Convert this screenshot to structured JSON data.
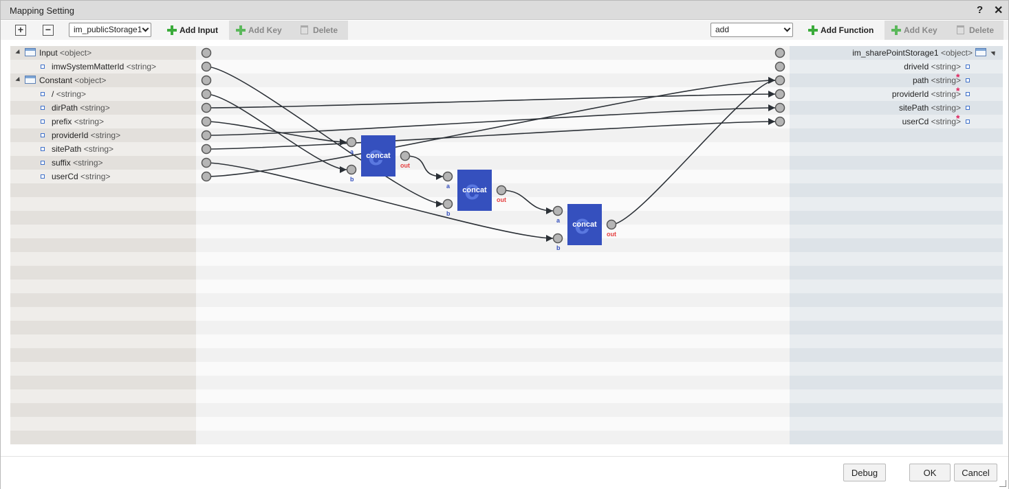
{
  "dialog": {
    "title": "Mapping Setting",
    "help_glyph": "?",
    "close_glyph": "✕"
  },
  "toolbar": {
    "expand_glyph": "+",
    "collapse_glyph": "−",
    "input_select_value": "im_publicStorage1",
    "add_input_label": "Add Input",
    "add_key_label": "Add Key",
    "delete_label": "Delete",
    "function_select_value": "add",
    "add_function_label": "Add Function",
    "add_key_right_label": "Add Key",
    "delete_right_label": "Delete"
  },
  "left_tree": [
    {
      "name": "Input",
      "type": "<object>",
      "kind": "object",
      "level": 0
    },
    {
      "name": "imwSystemMatterId",
      "type": "<string>",
      "kind": "string",
      "level": 1
    },
    {
      "name": "Constant",
      "type": "<object>",
      "kind": "object",
      "level": 0
    },
    {
      "name": "/",
      "type": "<string>",
      "kind": "string",
      "level": 1
    },
    {
      "name": "dirPath",
      "type": "<string>",
      "kind": "string",
      "level": 1
    },
    {
      "name": "prefix",
      "type": "<string>",
      "kind": "string",
      "level": 1
    },
    {
      "name": "providerId",
      "type": "<string>",
      "kind": "string",
      "level": 1
    },
    {
      "name": "sitePath",
      "type": "<string>",
      "kind": "string",
      "level": 1
    },
    {
      "name": "suffix",
      "type": "<string>",
      "kind": "string",
      "level": 1
    },
    {
      "name": "userCd",
      "type": "<string>",
      "kind": "string",
      "level": 1
    }
  ],
  "right_tree": [
    {
      "name": "im_sharePointStorage1",
      "type": "<object>",
      "kind": "object",
      "required": false
    },
    {
      "name": "driveId",
      "type": "<string>",
      "kind": "string",
      "required": false
    },
    {
      "name": "path",
      "type": "<string>",
      "kind": "string",
      "required": true
    },
    {
      "name": "providerId",
      "type": "<string>",
      "kind": "string",
      "required": true
    },
    {
      "name": "sitePath",
      "type": "<string>",
      "kind": "string",
      "required": false
    },
    {
      "name": "userCd",
      "type": "<string>",
      "kind": "string",
      "required": true
    }
  ],
  "required_marker": "*",
  "functions": [
    {
      "id": "fn1",
      "label": "concat",
      "logo": "c",
      "port_a": "a",
      "port_b": "b",
      "port_out": "out"
    },
    {
      "id": "fn2",
      "label": "concat",
      "logo": "c",
      "port_a": "a",
      "port_b": "b",
      "port_out": "out"
    },
    {
      "id": "fn3",
      "label": "concat",
      "logo": "c",
      "port_a": "a",
      "port_b": "b",
      "port_out": "out"
    }
  ],
  "footer": {
    "debug_label": "Debug",
    "ok_label": "OK",
    "cancel_label": "Cancel"
  },
  "colors": {
    "function_box": "#3550be",
    "wire": "#2b3036",
    "port_fill": "#b5b5b5",
    "required": "#e0245e",
    "add_icon": "#3bab3b"
  }
}
